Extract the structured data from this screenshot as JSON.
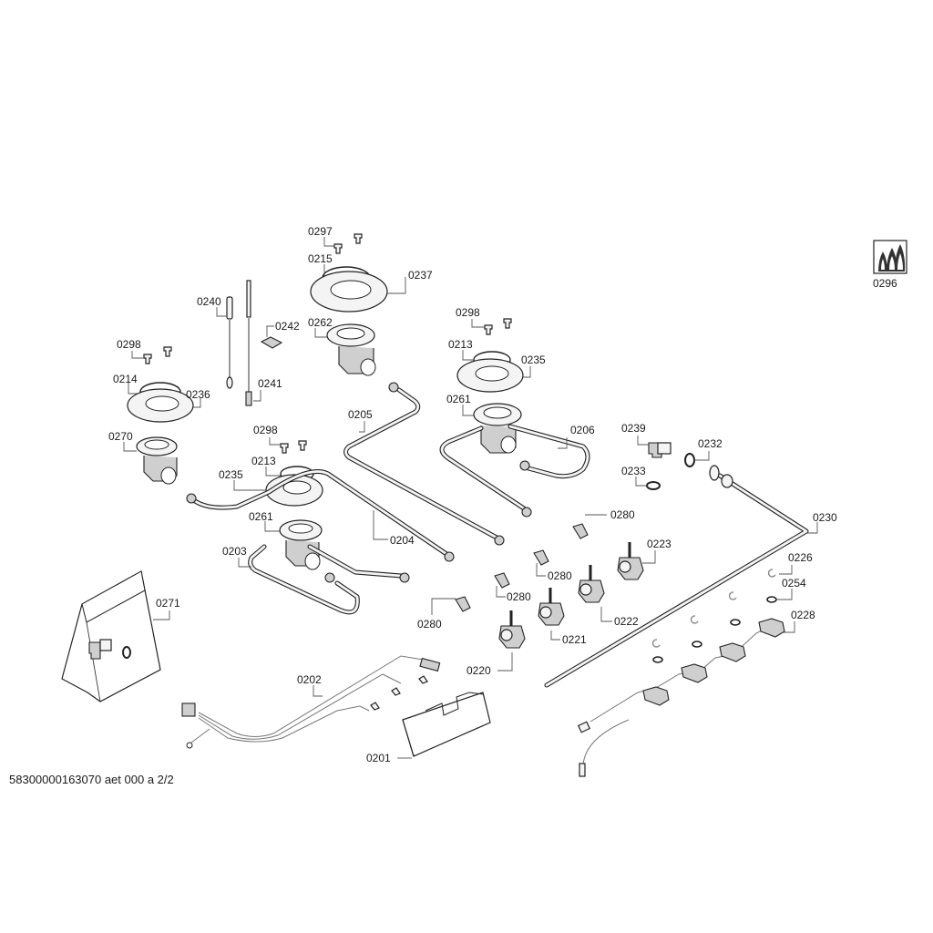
{
  "diagram": {
    "type": "exploded-parts-view",
    "subject": "gas hob burners, valves and piping",
    "footer_text": "58300000163070 aet 000 a 2/2",
    "legend_icon": {
      "name": "gas-flame-icon",
      "label": "0296"
    },
    "labels": {
      "l0297": "0297",
      "l0215": "0215",
      "l0237": "0237",
      "l0262": "0262",
      "l0240": "0240",
      "l0242": "0242",
      "l0241": "0241",
      "l0298a": "0298",
      "l0214": "0214",
      "l0236": "0236",
      "l0270": "0270",
      "l0298b": "0298",
      "l0213b": "0213",
      "l0235b": "0235",
      "l0261b": "0261",
      "l0203": "0203",
      "l0204": "0204",
      "l0205": "0205",
      "l0298c": "0298",
      "l0213c": "0213",
      "l0235c": "0235",
      "l0261c": "0261",
      "l0206": "0206",
      "l0239": "0239",
      "l0232": "0232",
      "l0233": "0233",
      "l0230": "0230",
      "l0226": "0226",
      "l0254": "0254",
      "l0228": "0228",
      "l0280a": "0280",
      "l0280b": "0280",
      "l0280c": "0280",
      "l0280d": "0280",
      "l0223": "0223",
      "l0222": "0222",
      "l0221": "0221",
      "l0220": "0220",
      "l0271": "0271",
      "l0202": "0202",
      "l0201": "0201"
    }
  }
}
